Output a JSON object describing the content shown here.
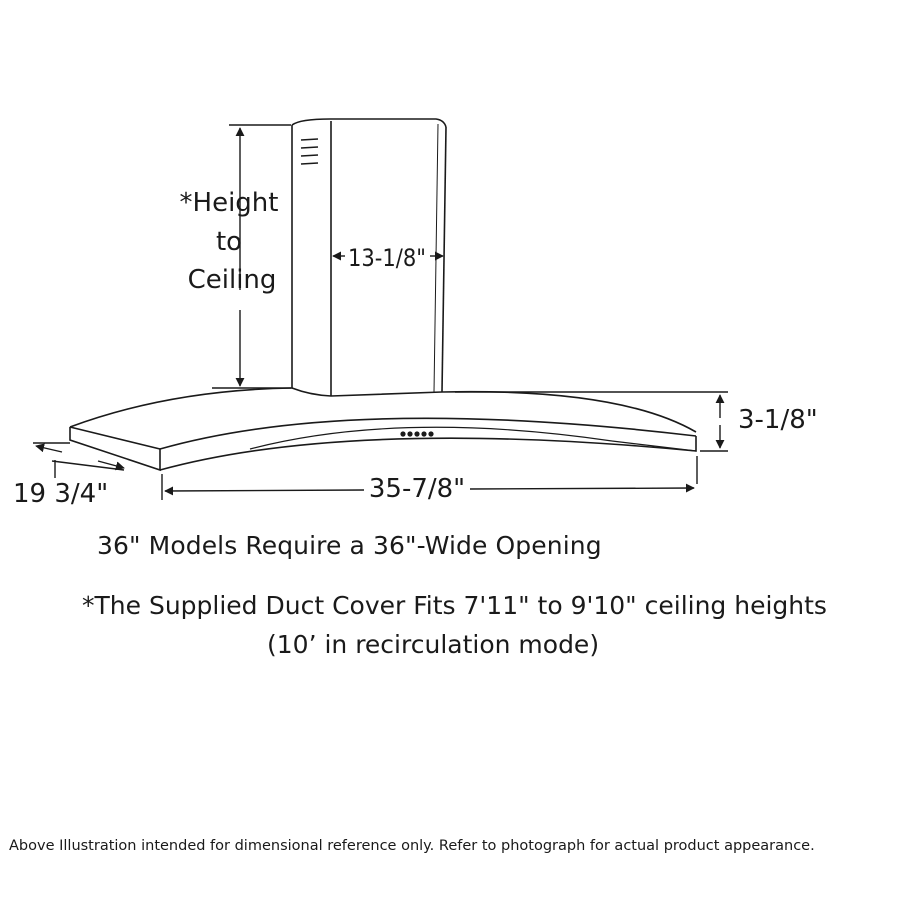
{
  "dimensions": {
    "height_to_ceiling": [
      "*Height",
      "to",
      "Ceiling"
    ],
    "chimney_width": "13-1/8\"",
    "hood_height": "3-1/8\"",
    "hood_width": "35-7/8\"",
    "hood_depth": "19 3/4\""
  },
  "notes": {
    "opening": "36\" Models Require a 36\"-Wide Opening",
    "duct_cover_line1": "*The Supplied Duct Cover Fits 7'11\" to 9'10\" ceiling heights",
    "duct_cover_line2": "(10’ in recirculation mode)"
  },
  "disclaimer": "Above Illustration intended for dimensional reference only. Refer to photograph for actual product appearance."
}
